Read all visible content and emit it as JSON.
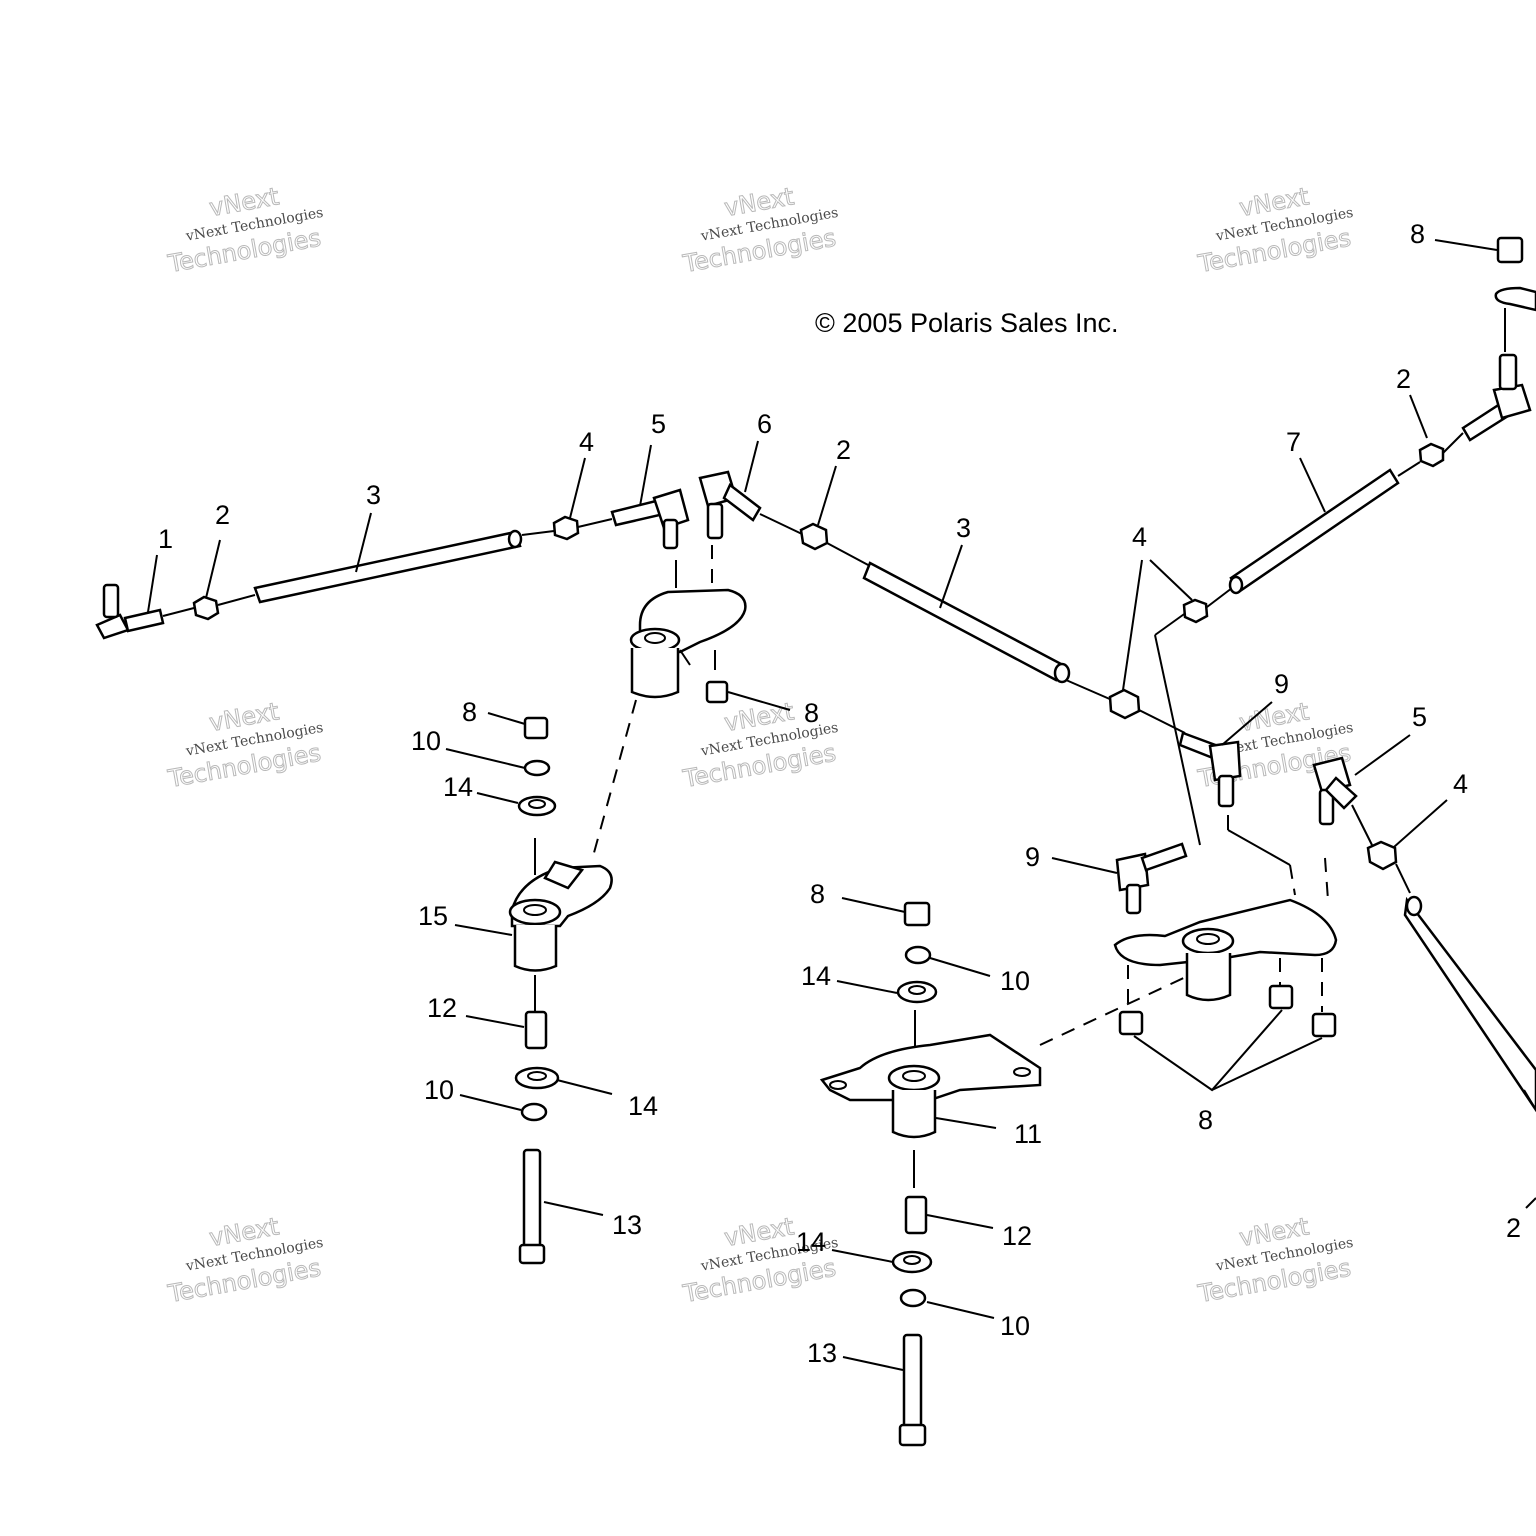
{
  "copyright": "© 2005 Polaris Sales Inc.",
  "watermark": {
    "line1": "vNext",
    "line2": "vNext Technologies",
    "line3": "Technologies"
  },
  "callouts": {
    "c1": "1",
    "c2a": "2",
    "c3a": "3",
    "c4a": "4",
    "c5a": "5",
    "c6": "6",
    "c2b": "2",
    "c3b": "3",
    "c4b": "4",
    "c7": "7",
    "c2c": "2",
    "c8a": "8",
    "c8b": "8",
    "c10a": "10",
    "c14a": "14",
    "c8c": "8",
    "c15": "15",
    "c12a": "12",
    "c10b": "10",
    "c14b": "14",
    "c13a": "13",
    "c8d": "8",
    "c14c": "14",
    "c10c": "10",
    "c11": "11",
    "c12b": "12",
    "c14d": "14",
    "c10d": "10",
    "c13b": "13",
    "c9a": "9",
    "c9b": "9",
    "c5b": "5",
    "c4c": "4",
    "c8e": "8",
    "c2d": "2"
  }
}
